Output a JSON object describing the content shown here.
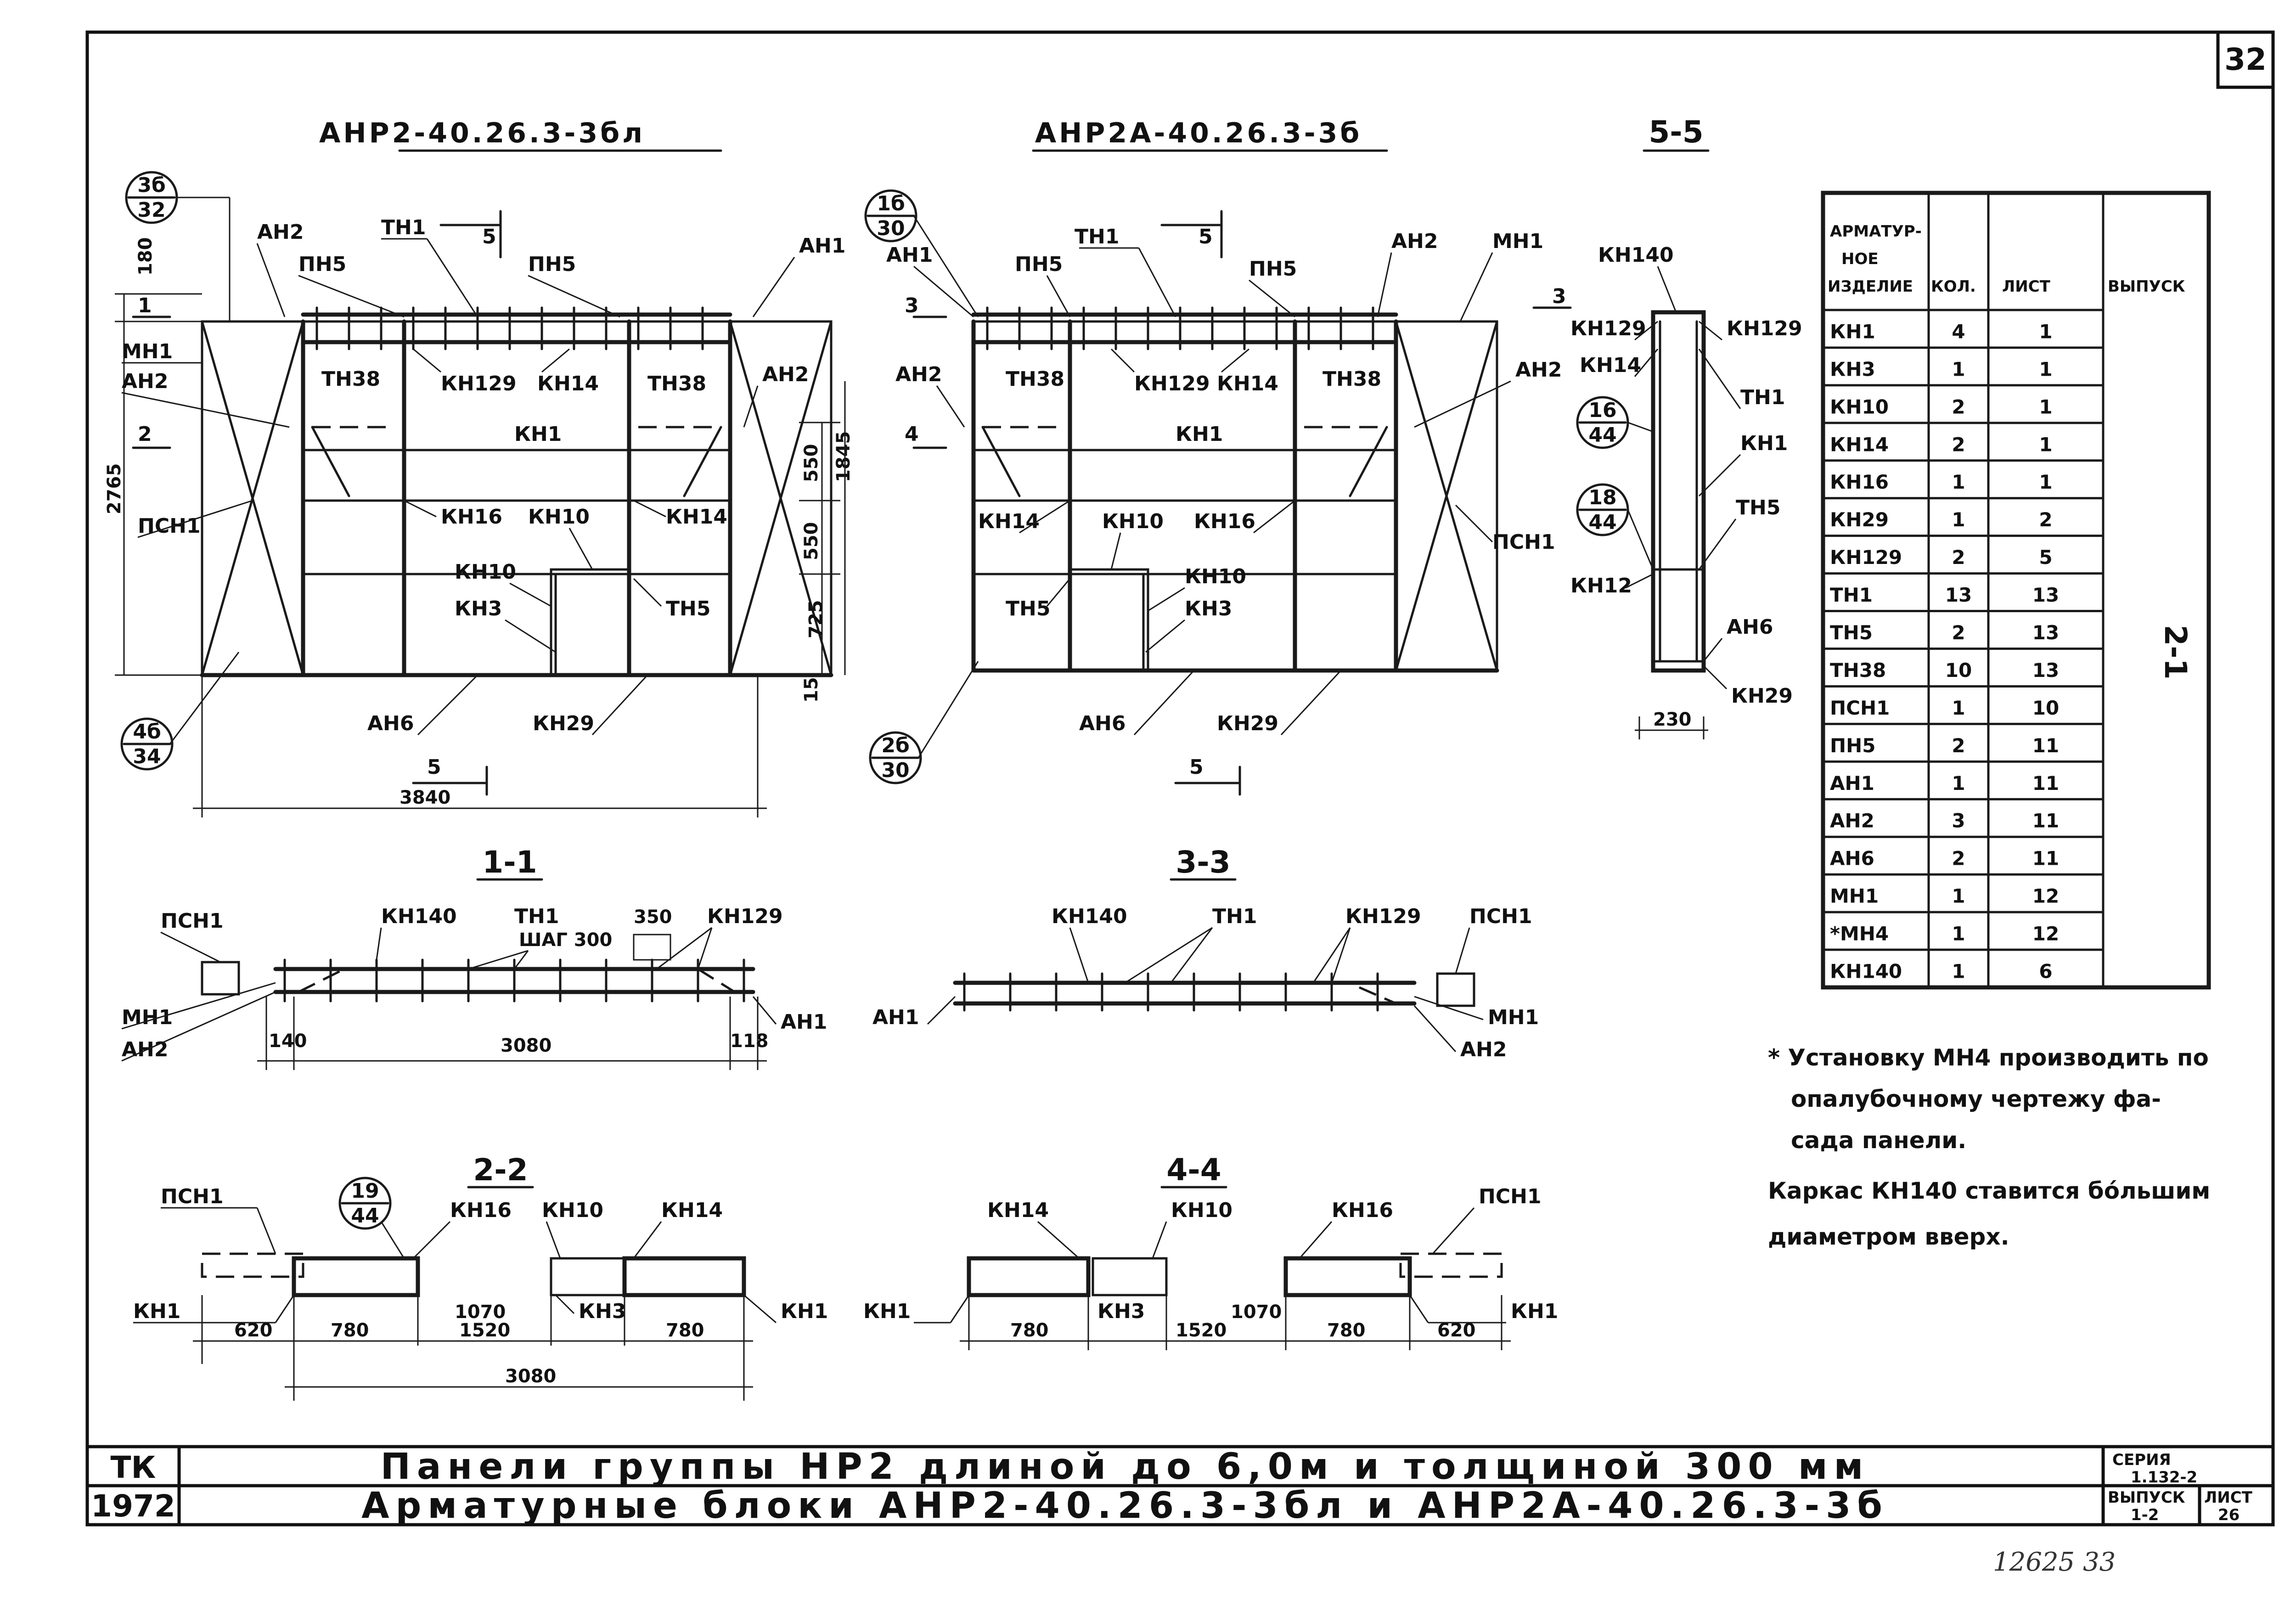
{
  "sheet": {
    "number": "32",
    "handwritten": "12625   33"
  },
  "views": {
    "elevation_left_title": "АНР2-40.26.3-3бл",
    "elevation_right_title": "АНР2А-40.26.3-3б",
    "section_5_5_title": "5-5",
    "section_1_1_title": "1-1",
    "section_3_3_title": "3-3",
    "section_2_2_title": "2-2",
    "section_4_4_title": "4-4"
  },
  "callouts": {
    "c36": {
      "top": "3б",
      "bottom": "32"
    },
    "c46": {
      "top": "4б",
      "bottom": "34"
    },
    "c16_30": {
      "top": "1б",
      "bottom": "30"
    },
    "c26_30": {
      "top": "2б",
      "bottom": "30"
    },
    "c16_44": {
      "top": "16",
      "bottom": "44"
    },
    "c18_44": {
      "top": "18",
      "bottom": "44"
    },
    "c19_44": {
      "top": "19",
      "bottom": "44"
    }
  },
  "labels_left": {
    "an2_top": "АН2",
    "tn1": "ТН1",
    "pn5_a": "ПН5",
    "pn5_b": "ПН5",
    "an1": "АН1",
    "mn1": "МН1",
    "an2_mid": "АН2",
    "tn38_a": "ТН38",
    "kn129": "КН129",
    "kn14": "КН14",
    "tn38_b": "ТН38",
    "an2_right": "АН2",
    "kn1": "КН1",
    "psn1": "ПСН1",
    "kn16": "КН16",
    "kn10_a": "КН10",
    "kn14_b": "КН14",
    "kn10_b": "КН10",
    "kn3": "КН3",
    "tn5": "ТН5",
    "an6": "АН6",
    "kn29": "КН29",
    "cut5_top": "5",
    "cut1": "1",
    "cut2": "2",
    "cut5_bot": "5"
  },
  "labels_right": {
    "an1_top": "АН1",
    "pn5_a": "ПН5",
    "tn1": "ТН1",
    "pn5_b": "ПН5",
    "an2_top": "АН2",
    "mn1": "МН1",
    "an2_mid": "АН2",
    "tn38_a": "ТН38",
    "kn129": "КН129",
    "kn14": "КН14",
    "tn38_b": "ТН38",
    "an2_right": "АН2",
    "kn1": "КН1",
    "kn14_b": "КН14",
    "kn10_a": "КН10",
    "kn16": "КН16",
    "psn1": "ПСН1",
    "tn5": "ТН5",
    "kn10_b": "КН10",
    "kn3": "КН3",
    "an6": "АН6",
    "kn29": "КН29",
    "cut5_top": "5",
    "cut3_l": "3",
    "cut4": "4",
    "cut3_r": "3",
    "cut5_bot": "5"
  },
  "labels_s55": {
    "kn140": "КН140",
    "kn129_l": "КН129",
    "kn129_r": "КН129",
    "kn14": "КН14",
    "tn1": "ТН1",
    "kn1": "КН1",
    "tn5": "ТН5",
    "kn12": "КН12",
    "an6": "АН6",
    "kn29": "КН29"
  },
  "dims_left": {
    "d180": "180",
    "d2765": "2765",
    "d1845": "1845",
    "d550a": "550",
    "d550b": "550",
    "d725": "725",
    "d15": "15",
    "d3840": "3840"
  },
  "dims_s55": {
    "d230": "230"
  },
  "sec11": {
    "psn1": "ПСН1",
    "kn140": "КН140",
    "tn1": "ТН1",
    "step": "ШАГ 300",
    "d350": "350",
    "kn129": "КН129",
    "mn1": "МН1",
    "an2": "АН2",
    "d140": "140",
    "d3080": "3080",
    "d118": "118",
    "an1": "АН1"
  },
  "sec33": {
    "kn140": "КН140",
    "tn1": "ТН1",
    "kn129": "КН129",
    "psn1": "ПСН1",
    "an1": "АН1",
    "mn1": "МН1",
    "an2": "АН2"
  },
  "sec22": {
    "psn1": "ПСН1",
    "kn16": "КН16",
    "kn10": "КН10",
    "kn14": "КН14",
    "kn1_l": "КН1",
    "kn3": "КН3",
    "kn1_r": "КН1",
    "d620": "620",
    "d780a": "780",
    "d1070": "1070",
    "d1520": "1520",
    "d780b": "780",
    "d3080": "3080"
  },
  "sec44": {
    "kn14": "КН14",
    "kn10": "КН10",
    "kn16": "КН16",
    "psn1": "ПСН1",
    "kn1_l": "КН1",
    "kn3": "КН3",
    "kn1_r": "КН1",
    "d780a": "780",
    "d1070": "1070",
    "d1520": "1520",
    "d780b": "780",
    "d620": "620"
  },
  "spec_table": {
    "headers": [
      "АРМАТУР-",
      "НОЕ",
      "ИЗДЕЛИЕ",
      "КОЛ.",
      "ЛИСТ",
      "ВЫПУСК"
    ],
    "release": "2-1",
    "rows": [
      [
        "КН1",
        "4",
        "1"
      ],
      [
        "КН3",
        "1",
        "1"
      ],
      [
        "КН10",
        "2",
        "1"
      ],
      [
        "КН14",
        "2",
        "1"
      ],
      [
        "КН16",
        "1",
        "1"
      ],
      [
        "КН29",
        "1",
        "2"
      ],
      [
        "КН129",
        "2",
        "5"
      ],
      [
        "ТН1",
        "13",
        "13"
      ],
      [
        "ТН5",
        "2",
        "13"
      ],
      [
        "ТН38",
        "10",
        "13"
      ],
      [
        "ПСН1",
        "1",
        "10"
      ],
      [
        "ПН5",
        "2",
        "11"
      ],
      [
        "АН1",
        "1",
        "11"
      ],
      [
        "АН2",
        "3",
        "11"
      ],
      [
        "АН6",
        "2",
        "11"
      ],
      [
        "МН1",
        "1",
        "12"
      ],
      [
        "*МН4",
        "1",
        "12"
      ],
      [
        "КН140",
        "1",
        "6"
      ]
    ]
  },
  "notes": {
    "line1": "* Установку МН4 производить по",
    "line2": "опалубочному чертежу фа-",
    "line3": "сада панели.",
    "line4": "Каркас КН140 ставится бо́льшим",
    "line5": "диаметром вверх."
  },
  "title_block": {
    "org": "ТК",
    "year": "1972",
    "title1": "Панели группы НР2 длиной до 6,0м и толщиной 300 мм",
    "title2": "Арматурные блоки АНР2-40.26.3-3бл и АНР2А-40.26.3-3б",
    "series_label": "СЕРИЯ",
    "series_value": "1.132-2",
    "issue_label": "ВЫПУСК",
    "issue_value": "1-2",
    "sheet_label": "ЛИСТ",
    "sheet_value": "26"
  }
}
